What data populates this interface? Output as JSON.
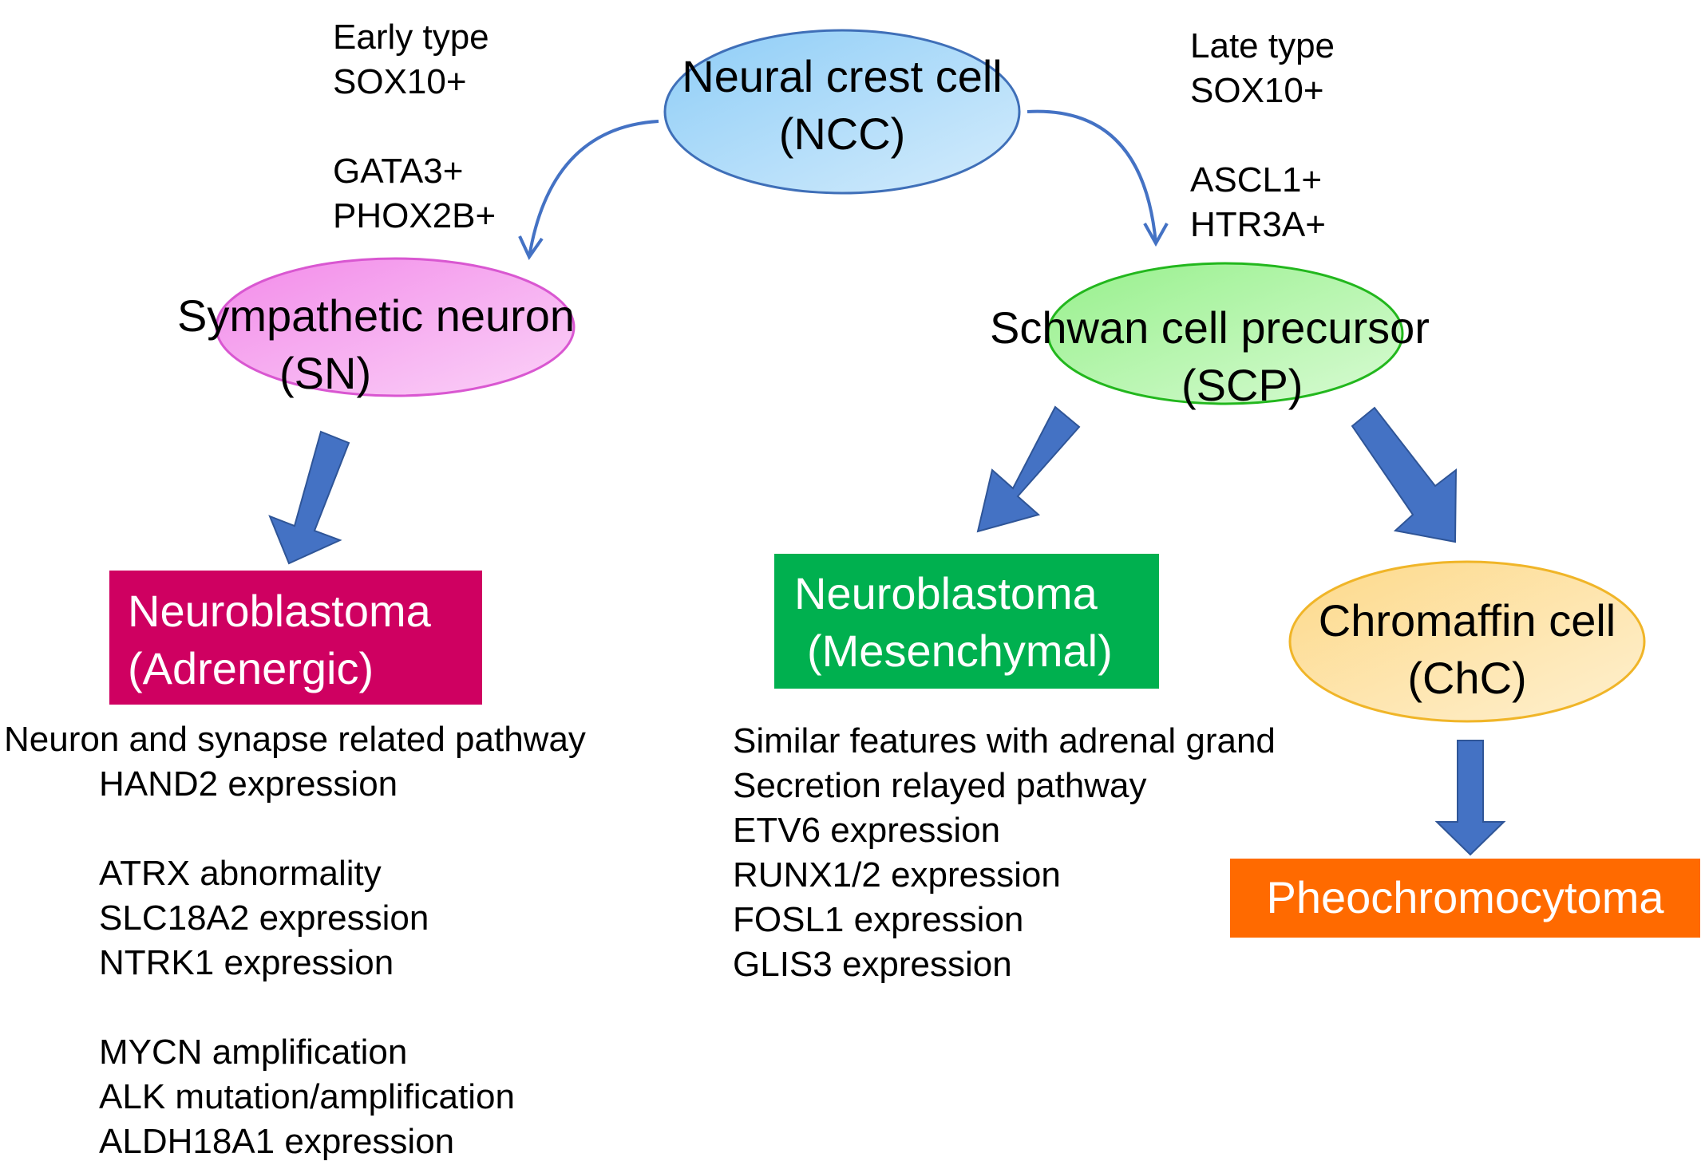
{
  "nodes": {
    "ncc": {
      "line1": "Neural crest cell",
      "line2": "(NCC)"
    },
    "sn": {
      "line1": "Sympathetic neuron",
      "line2": "(SN)"
    },
    "scp": {
      "line1": "Schwan cell precursor",
      "line2": "(SCP)"
    },
    "chc": {
      "line1": "Chromaffin cell",
      "line2": "(ChC)"
    },
    "nb_adrenergic": {
      "line1": "Neuroblastoma",
      "line2": "(Adrenergic)"
    },
    "nb_mesenchymal": {
      "line1": "Neuroblastoma",
      "line2": "(Mesenchymal)"
    },
    "pheo": {
      "label": "Pheochromocytoma"
    }
  },
  "markers": {
    "early": [
      "Early type",
      "SOX10+",
      "GATA3+",
      "PHOX2B+"
    ],
    "late": [
      "Late type",
      "SOX10+",
      "ASCL1+",
      "HTR3A+"
    ]
  },
  "features": {
    "adrenergic": [
      "Neuron and synapse related pathway",
      "HAND2 expression",
      "ATRX abnormality",
      "SLC18A2 expression",
      "NTRK1 expression",
      "MYCN amplification",
      "ALK mutation/amplification",
      "ALDH18A1 expression"
    ],
    "mesenchymal": [
      "Similar features with adrenal grand",
      "Secretion relayed pathway",
      "ETV6 expression",
      "RUNX1/2 expression",
      "FOSL1 expression",
      "GLIS3 expression"
    ]
  },
  "colors": {
    "ncc_fill": "#a9d8f8",
    "ncc_stroke": "#3f6fb8",
    "sn_fill": "#f5a3f0",
    "sn_stroke": "#d957d1",
    "scp_fill": "#b3f5a8",
    "scp_stroke": "#22b71d",
    "chc_fill": "#fde3a4",
    "chc_stroke": "#f0b528",
    "adrenergic_box": "#cf0061",
    "mesenchymal_box": "#00b04f",
    "pheo_box": "#ff6a00",
    "arrow": "#4472c4"
  }
}
